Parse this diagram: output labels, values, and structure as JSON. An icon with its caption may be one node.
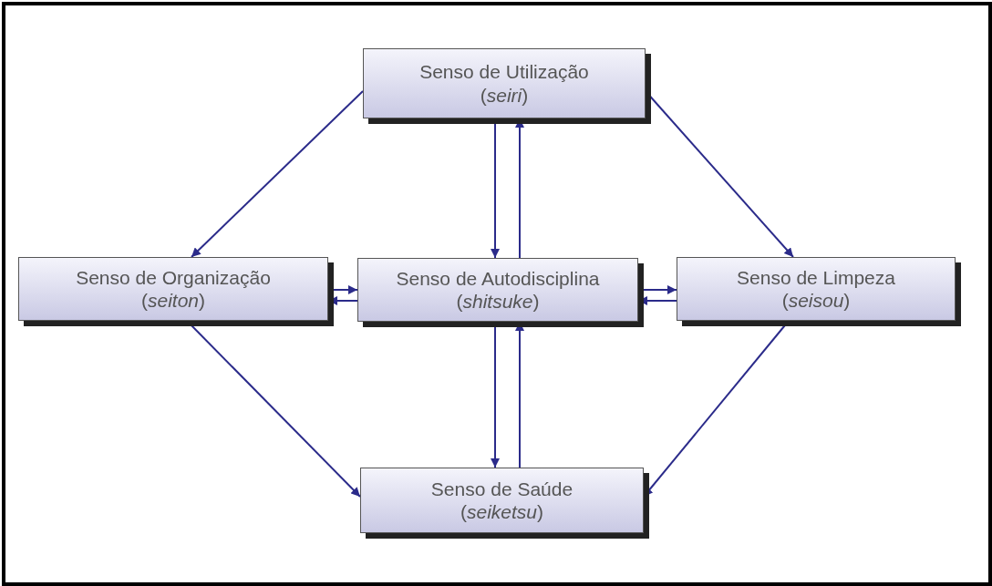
{
  "diagram": {
    "nodes": [
      {
        "text": [
          "Senso de Utilização",
          "(*seiri*)"
        ]
      },
      {
        "text": [
          "Senso de Organização",
          "(*seiton*)"
        ]
      },
      {
        "text": [
          "Senso de Autodisciplina",
          "(*shitsuke*)"
        ]
      },
      {
        "text": [
          "Senso de Limpeza",
          "(*seisou*)"
        ]
      },
      {
        "text": [
          "Senso de Saúde",
          "(*seiketsu*)"
        ]
      }
    ],
    "edges": [
      {
        "from": 0,
        "to": 1,
        "arrow": "to"
      },
      {
        "from": 0,
        "to": 3,
        "arrow": "to"
      },
      {
        "from": 0,
        "to": 2,
        "arrow": "to"
      },
      {
        "from": 2,
        "to": 0,
        "arrow": "to"
      },
      {
        "from": 1,
        "to": 2,
        "arrow": "to"
      },
      {
        "from": 2,
        "to": 1,
        "arrow": "to"
      },
      {
        "from": 2,
        "to": 3,
        "arrow": "to"
      },
      {
        "from": 3,
        "to": 2,
        "arrow": "to"
      },
      {
        "from": 2,
        "to": 4,
        "arrow": "to"
      },
      {
        "from": 4,
        "to": 2,
        "arrow": "to"
      },
      {
        "from": 1,
        "to": 4,
        "arrow": "to"
      },
      {
        "from": 3,
        "to": 4,
        "arrow": "to"
      }
    ]
  }
}
